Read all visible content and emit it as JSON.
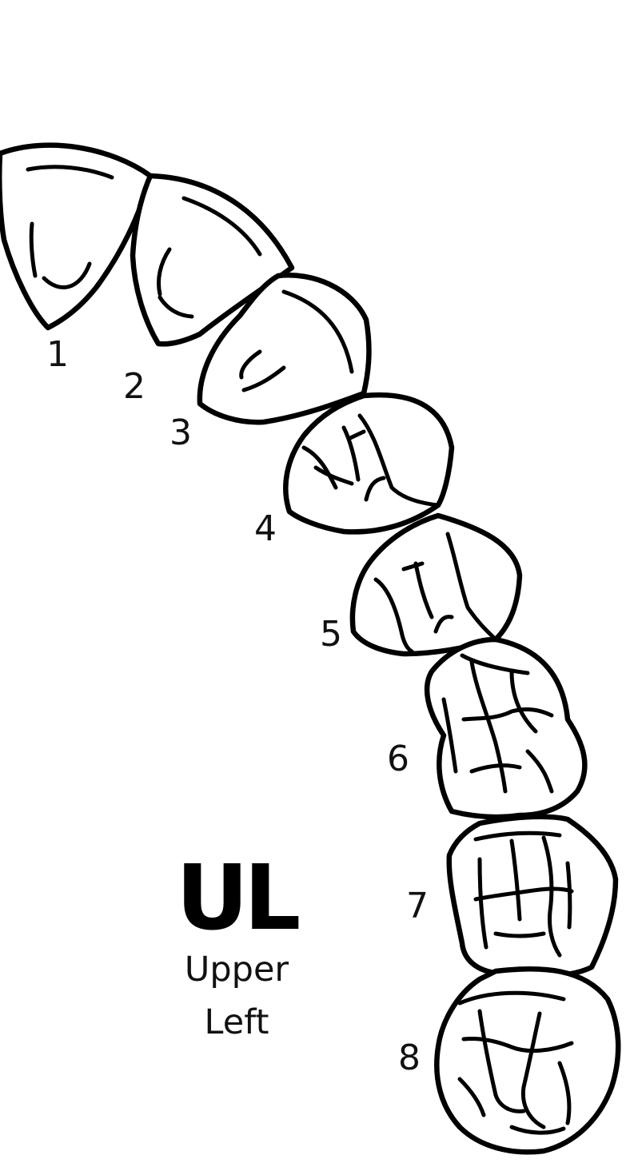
{
  "quadrant": {
    "code": "UL",
    "name_line1": "Upper",
    "name_line2": "Left"
  },
  "teeth": [
    {
      "number": "1"
    },
    {
      "number": "2"
    },
    {
      "number": "3"
    },
    {
      "number": "4"
    },
    {
      "number": "5"
    },
    {
      "number": "6"
    },
    {
      "number": "7"
    },
    {
      "number": "8"
    }
  ],
  "colors": {
    "outline": "#000000",
    "background": "#ffffff"
  }
}
